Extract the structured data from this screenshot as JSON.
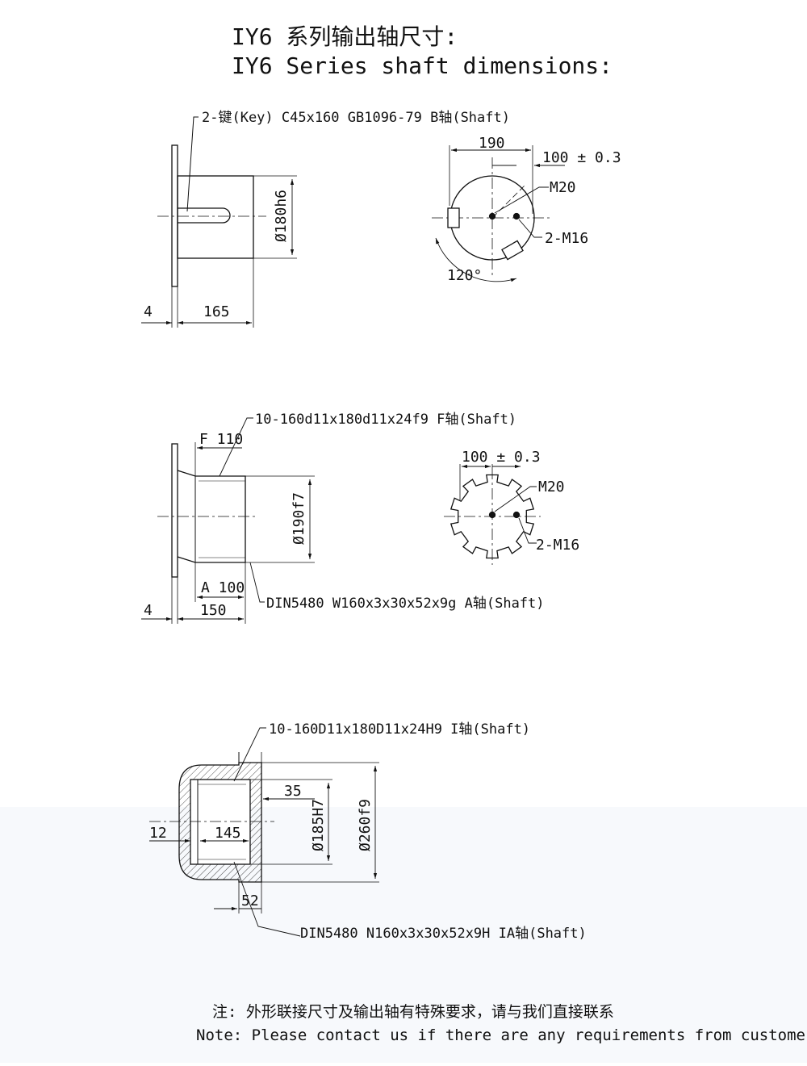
{
  "title": {
    "line_cn": "IY6 系列输出轴尺寸:",
    "line_en": "IY6 Series shaft dimensions:"
  },
  "section_b": {
    "callout": "2-键(Key) C45x160 GB1096-79 B轴(Shaft)",
    "dia": "Ø180h6",
    "len_flange": "4",
    "len_shaft": "165",
    "end_width": "190",
    "end_offset": "100 ± 0.3",
    "end_m20": "M20",
    "end_m16": "2-M16",
    "end_angle": "120°"
  },
  "section_f": {
    "callout": "10-160d11x180d11x24f9 F轴(Shaft)",
    "f_len": "F 110",
    "dia": "Ø190f7",
    "a_len": "A 100",
    "len_flange": "4",
    "len_shaft": "150",
    "callout_a": "DIN5480 W160x3x30x52x9g A轴(Shaft)",
    "end_offset": "100 ± 0.3",
    "end_m20": "M20",
    "end_m16": "2-M16"
  },
  "section_i": {
    "callout": "10-160D11x180D11x24H9 I轴(Shaft)",
    "dim_35": "35",
    "dia_inner": "Ø185H7",
    "dia_outer": "Ø260f9",
    "dim_12": "12",
    "dim_145": "145",
    "dim_52": "52",
    "callout_ia": "DIN5480 N160x3x30x52x9H IA轴(Shaft)"
  },
  "note": {
    "line_cn": "注: 外形联接尺寸及输出轴有特殊要求，请与我们直接联系",
    "line_en": "Note: Please contact us if there are any requirements from customer"
  }
}
